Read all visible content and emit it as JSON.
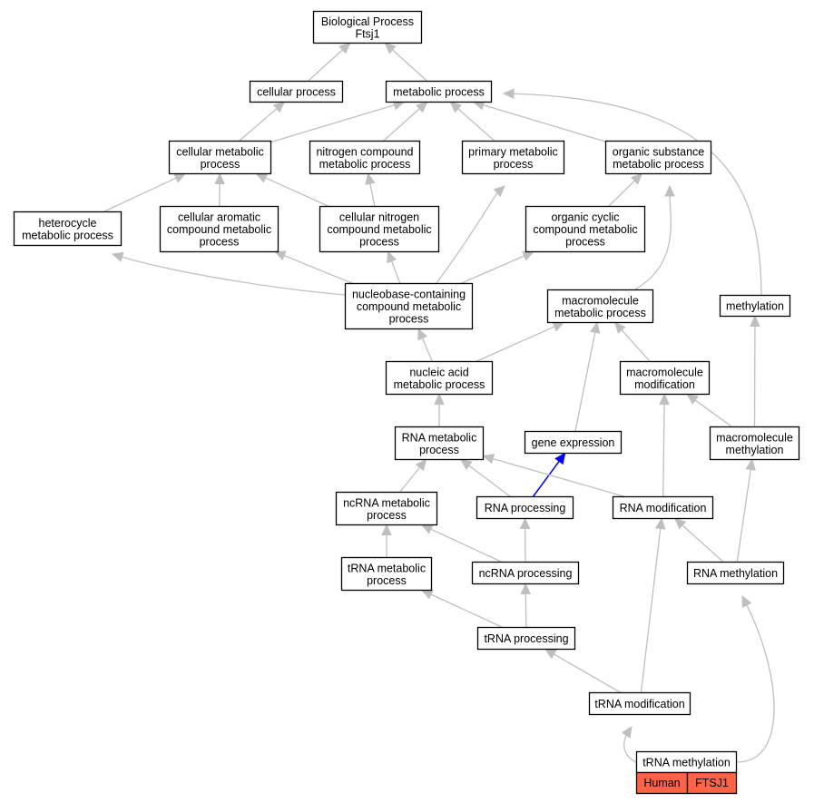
{
  "nodes": {
    "bp": {
      "lines": [
        "Biological Process",
        "Ftsj1"
      ]
    },
    "cellular_process": {
      "lines": [
        "cellular process"
      ]
    },
    "metabolic_process": {
      "lines": [
        "metabolic process"
      ]
    },
    "cellular_metabolic": {
      "lines": [
        "cellular metabolic",
        "process"
      ]
    },
    "nitrogen_compound": {
      "lines": [
        "nitrogen compound",
        "metabolic process"
      ]
    },
    "primary_metabolic": {
      "lines": [
        "primary metabolic",
        "process"
      ]
    },
    "organic_substance": {
      "lines": [
        "organic substance",
        "metabolic process"
      ]
    },
    "heterocycle": {
      "lines": [
        "heterocycle",
        "metabolic process"
      ]
    },
    "cellular_aromatic": {
      "lines": [
        "cellular aromatic",
        "compound metabolic",
        "process"
      ]
    },
    "cellular_nitrogen": {
      "lines": [
        "cellular nitrogen",
        "compound metabolic",
        "process"
      ]
    },
    "organic_cyclic": {
      "lines": [
        "organic cyclic",
        "compound metabolic",
        "process"
      ]
    },
    "nucleobase": {
      "lines": [
        "nucleobase-containing",
        "compound metabolic",
        "process"
      ]
    },
    "macromolecule_metabolic": {
      "lines": [
        "macromolecule",
        "metabolic process"
      ]
    },
    "methylation": {
      "lines": [
        "methylation"
      ]
    },
    "nucleic_acid": {
      "lines": [
        "nucleic acid",
        "metabolic process"
      ]
    },
    "macromolecule_modification": {
      "lines": [
        "macromolecule",
        "modification"
      ]
    },
    "rna_metabolic": {
      "lines": [
        "RNA metabolic",
        "process"
      ]
    },
    "gene_expression": {
      "lines": [
        "gene expression"
      ]
    },
    "macromolecule_methylation": {
      "lines": [
        "macromolecule",
        "methylation"
      ]
    },
    "ncrna_metabolic": {
      "lines": [
        "ncRNA metabolic",
        "process"
      ]
    },
    "rna_processing": {
      "lines": [
        "RNA processing"
      ]
    },
    "rna_modification": {
      "lines": [
        "RNA modification"
      ]
    },
    "trna_metabolic": {
      "lines": [
        "tRNA metabolic",
        "process"
      ]
    },
    "ncrna_processing": {
      "lines": [
        "ncRNA processing"
      ]
    },
    "rna_methylation": {
      "lines": [
        "RNA methylation"
      ]
    },
    "trna_processing": {
      "lines": [
        "tRNA processing"
      ]
    },
    "trna_modification": {
      "lines": [
        "tRNA modification"
      ]
    },
    "trna_methylation": {
      "lines": [
        "tRNA methylation"
      ]
    }
  },
  "annotation": {
    "species": "Human",
    "gene": "FTSJ1",
    "color": "#ff6347"
  },
  "colors": {
    "edge": "#bfbfbf",
    "highlight_edge": "#0000ff",
    "node_border": "#000000",
    "node_fill": "#ffffff"
  },
  "edges": [
    {
      "from": "cellular_process",
      "to": "bp"
    },
    {
      "from": "metabolic_process",
      "to": "bp"
    },
    {
      "from": "cellular_metabolic",
      "to": "cellular_process"
    },
    {
      "from": "cellular_metabolic",
      "to": "metabolic_process"
    },
    {
      "from": "nitrogen_compound",
      "to": "metabolic_process"
    },
    {
      "from": "primary_metabolic",
      "to": "metabolic_process"
    },
    {
      "from": "organic_substance",
      "to": "metabolic_process"
    },
    {
      "from": "methylation",
      "to": "metabolic_process"
    },
    {
      "from": "heterocycle",
      "to": "cellular_metabolic"
    },
    {
      "from": "cellular_aromatic",
      "to": "cellular_metabolic"
    },
    {
      "from": "cellular_nitrogen",
      "to": "cellular_metabolic"
    },
    {
      "from": "cellular_nitrogen",
      "to": "nitrogen_compound"
    },
    {
      "from": "organic_cyclic",
      "to": "organic_substance"
    },
    {
      "from": "nucleobase",
      "to": "heterocycle"
    },
    {
      "from": "nucleobase",
      "to": "cellular_aromatic"
    },
    {
      "from": "nucleobase",
      "to": "cellular_nitrogen"
    },
    {
      "from": "nucleobase",
      "to": "primary_metabolic"
    },
    {
      "from": "nucleobase",
      "to": "organic_cyclic"
    },
    {
      "from": "macromolecule_metabolic",
      "to": "organic_substance"
    },
    {
      "from": "nucleic_acid",
      "to": "nucleobase"
    },
    {
      "from": "nucleic_acid",
      "to": "macromolecule_metabolic"
    },
    {
      "from": "macromolecule_modification",
      "to": "macromolecule_metabolic"
    },
    {
      "from": "gene_expression",
      "to": "macromolecule_metabolic"
    },
    {
      "from": "rna_metabolic",
      "to": "nucleic_acid"
    },
    {
      "from": "macromolecule_methylation",
      "to": "methylation"
    },
    {
      "from": "macromolecule_methylation",
      "to": "macromolecule_modification"
    },
    {
      "from": "ncrna_metabolic",
      "to": "rna_metabolic"
    },
    {
      "from": "rna_processing",
      "to": "rna_metabolic"
    },
    {
      "from": "rna_processing",
      "to": "gene_expression",
      "highlight": true
    },
    {
      "from": "rna_modification",
      "to": "rna_metabolic"
    },
    {
      "from": "rna_modification",
      "to": "macromolecule_modification"
    },
    {
      "from": "trna_metabolic",
      "to": "ncrna_metabolic"
    },
    {
      "from": "ncrna_processing",
      "to": "ncrna_metabolic"
    },
    {
      "from": "ncrna_processing",
      "to": "rna_processing"
    },
    {
      "from": "rna_methylation",
      "to": "rna_modification"
    },
    {
      "from": "rna_methylation",
      "to": "macromolecule_methylation"
    },
    {
      "from": "trna_processing",
      "to": "trna_metabolic"
    },
    {
      "from": "trna_processing",
      "to": "ncrna_processing"
    },
    {
      "from": "trna_modification",
      "to": "trna_processing"
    },
    {
      "from": "trna_modification",
      "to": "rna_modification"
    },
    {
      "from": "trna_methylation",
      "to": "trna_modification"
    },
    {
      "from": "trna_methylation",
      "to": "rna_methylation"
    }
  ]
}
